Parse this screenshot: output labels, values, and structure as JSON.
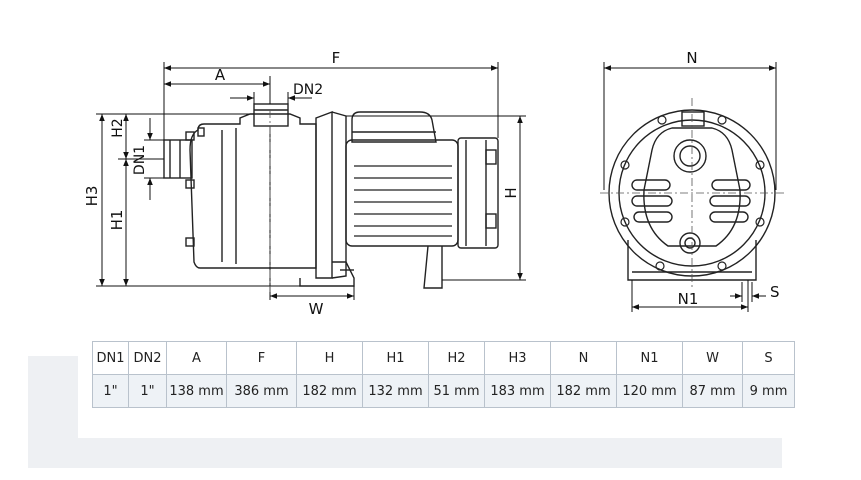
{
  "diagram": {
    "labels": {
      "F": "F",
      "A": "A",
      "DN2": "DN2",
      "H2": "H2",
      "DN1": "DN1",
      "H3": "H3",
      "H1": "H1",
      "H": "H",
      "W": "W",
      "N": "N",
      "N1": "N1",
      "S": "S"
    }
  },
  "table": {
    "headers": [
      "DN1",
      "DN2",
      "A",
      "F",
      "H",
      "H1",
      "H2",
      "H3",
      "N",
      "N1",
      "W",
      "S"
    ],
    "rows": [
      [
        "1\"",
        "1\"",
        "138 mm",
        "386 mm",
        "182 mm",
        "132 mm",
        "51 mm",
        "183 mm",
        "182 mm",
        "120 mm",
        "87 mm",
        "9 mm"
      ]
    ]
  }
}
